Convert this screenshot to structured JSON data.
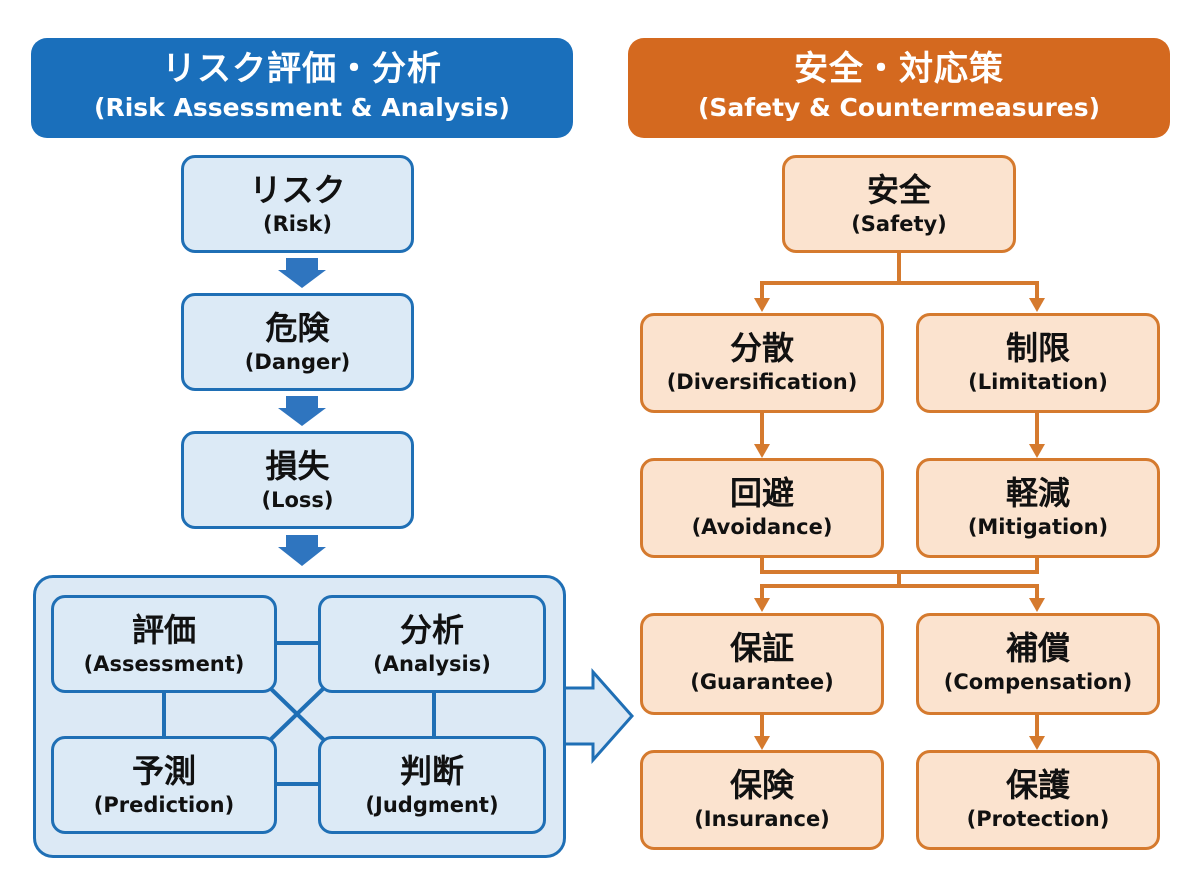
{
  "left_panel": {
    "header": {
      "title_jp": "リスク評価・分析",
      "title_en": "(Risk Assessment & Analysis)",
      "color": "#1a6fbb"
    },
    "chain": [
      {
        "jp": "リスク",
        "en": "(Risk)"
      },
      {
        "jp": "危険",
        "en": "(Danger)"
      },
      {
        "jp": "損失",
        "en": "(Loss)"
      }
    ],
    "group": [
      {
        "jp": "評価",
        "en": "(Assessment)"
      },
      {
        "jp": "分析",
        "en": "(Analysis)"
      },
      {
        "jp": "予測",
        "en": "(Prediction)"
      },
      {
        "jp": "判断",
        "en": "(Judgment)"
      }
    ]
  },
  "right_panel": {
    "header": {
      "title_jp": "安全・対応策",
      "title_en": "(Safety & Countermeasures)",
      "color": "#d4691f"
    },
    "root": {
      "jp": "安全",
      "en": "(Safety)"
    },
    "left_column": [
      {
        "jp": "分散",
        "en": "(Diversification)"
      },
      {
        "jp": "回避",
        "en": "(Avoidance)"
      },
      {
        "jp": "保証",
        "en": "(Guarantee)"
      },
      {
        "jp": "保険",
        "en": "(Insurance)"
      }
    ],
    "right_column": [
      {
        "jp": "制限",
        "en": "(Limitation)"
      },
      {
        "jp": "軽減",
        "en": "(Mitigation)"
      },
      {
        "jp": "補償",
        "en": "(Compensation)"
      },
      {
        "jp": "保護",
        "en": "(Protection)"
      }
    ]
  },
  "colors": {
    "blue_border": "#1f6fb5",
    "blue_fill": "#dceaf6",
    "orange_border": "#d57a2e",
    "orange_fill": "#fbe3cf"
  }
}
